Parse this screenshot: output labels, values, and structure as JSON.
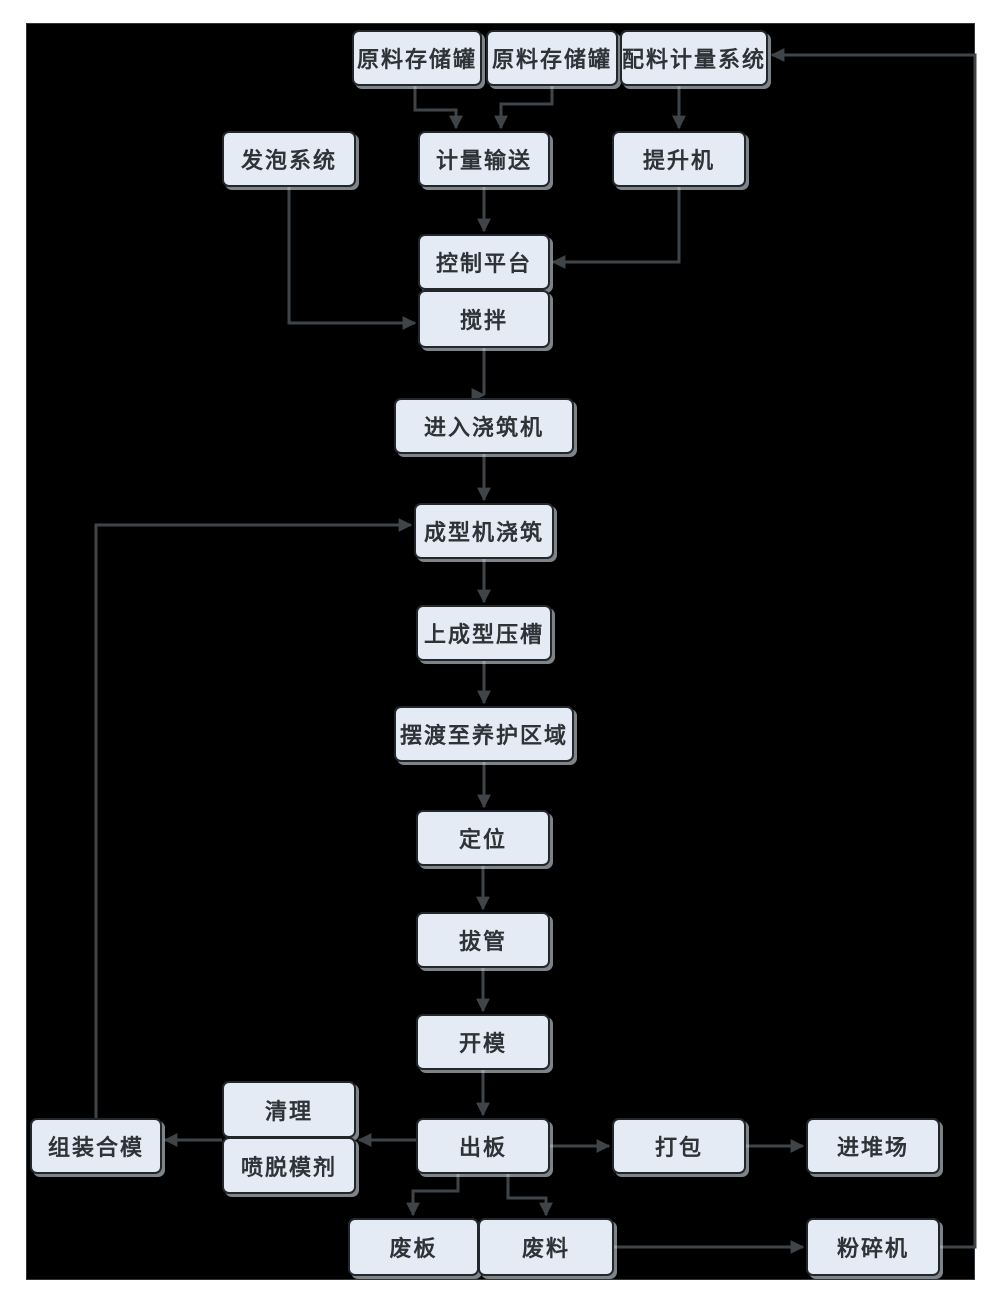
{
  "diagram": {
    "title": "production-process-flowchart",
    "colors": {
      "page_background": "#ffffff",
      "canvas_background": "#000000",
      "node_fill": "#e4ebf4",
      "node_border": "#22272c",
      "node_text": "#2e3338",
      "connector": "#3f4449"
    },
    "nodes": [
      {
        "id": "tank1",
        "label": "原料存储罐"
      },
      {
        "id": "tank2",
        "label": "原料存储罐"
      },
      {
        "id": "batching",
        "label": "配料计量系统"
      },
      {
        "id": "foaming",
        "label": "发泡系统"
      },
      {
        "id": "metering",
        "label": "计量输送"
      },
      {
        "id": "hoist",
        "label": "提升机"
      },
      {
        "id": "control",
        "label": "控制平台"
      },
      {
        "id": "mixing",
        "label": "搅拌"
      },
      {
        "id": "enter_casting",
        "label": "进入浇筑机"
      },
      {
        "id": "forming_casting",
        "label": "成型机浇筑"
      },
      {
        "id": "press_groove",
        "label": "上成型压槽"
      },
      {
        "id": "ferry",
        "label": "摆渡至养护区域"
      },
      {
        "id": "positioning",
        "label": "定位"
      },
      {
        "id": "tube_pulling",
        "label": "拔管"
      },
      {
        "id": "mold_opening",
        "label": "开模"
      },
      {
        "id": "board_out",
        "label": "出板"
      },
      {
        "id": "cleaning",
        "label": "清理"
      },
      {
        "id": "release_agent",
        "label": "喷脱模剂"
      },
      {
        "id": "assembly",
        "label": "组装合模"
      },
      {
        "id": "packing",
        "label": "打包"
      },
      {
        "id": "stockyard",
        "label": "进堆场"
      },
      {
        "id": "waste_board",
        "label": "废板"
      },
      {
        "id": "waste_material",
        "label": "废料"
      },
      {
        "id": "crusher",
        "label": "粉碎机"
      }
    ],
    "edges": [
      {
        "from": "tank1",
        "to": "metering"
      },
      {
        "from": "tank2",
        "to": "metering"
      },
      {
        "from": "batching",
        "to": "hoist"
      },
      {
        "from": "metering",
        "to": "control"
      },
      {
        "from": "hoist",
        "to": "control"
      },
      {
        "from": "foaming",
        "to": "mixing"
      },
      {
        "from": "mixing",
        "to": "enter_casting"
      },
      {
        "from": "enter_casting",
        "to": "forming_casting"
      },
      {
        "from": "forming_casting",
        "to": "press_groove"
      },
      {
        "from": "press_groove",
        "to": "ferry"
      },
      {
        "from": "ferry",
        "to": "positioning"
      },
      {
        "from": "positioning",
        "to": "tube_pulling"
      },
      {
        "from": "tube_pulling",
        "to": "mold_opening"
      },
      {
        "from": "mold_opening",
        "to": "board_out"
      },
      {
        "from": "board_out",
        "to": "packing"
      },
      {
        "from": "packing",
        "to": "stockyard"
      },
      {
        "from": "board_out",
        "to": "cleaning"
      },
      {
        "from": "cleaning",
        "to": "assembly"
      },
      {
        "from": "assembly",
        "to": "forming_casting"
      },
      {
        "from": "board_out",
        "to": "waste_board"
      },
      {
        "from": "board_out",
        "to": "waste_material"
      },
      {
        "from": "waste_material",
        "to": "crusher"
      },
      {
        "from": "crusher",
        "to": "batching"
      }
    ]
  }
}
